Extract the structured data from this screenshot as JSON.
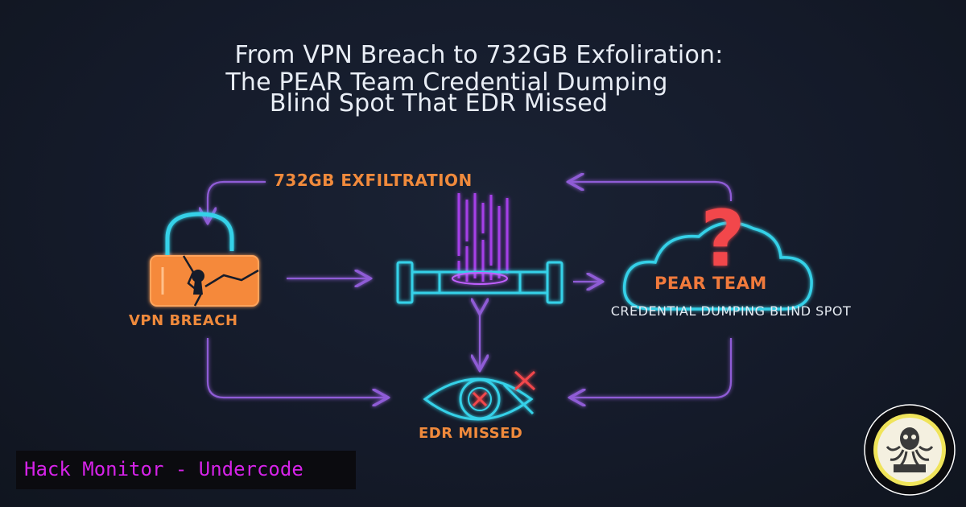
{
  "title": {
    "line1": "From VPN Breach to 732GB Exfoliration:",
    "line2": "The PEAR Team Credential Dumping",
    "line3": "Blind Spot That EDR Missed"
  },
  "diagram": {
    "exfiltration_label": "732GB EXFILTRATION",
    "vpn_label": "VPN BREACH",
    "pear_label": "PEAR TEAM",
    "credential_label": "CREDENTIAL DUMPING BLIND SPOT",
    "edr_label": "EDR MISSED",
    "question_mark": "?"
  },
  "footer": {
    "text": "Hack Monitor - Undercode"
  },
  "colors": {
    "background": "#141a29",
    "orange": "#f08a3c",
    "purple_arrow": "#8f5cd6",
    "cyan": "#35d1e8",
    "red": "#f2464c",
    "magenta_text": "#d623e9"
  }
}
